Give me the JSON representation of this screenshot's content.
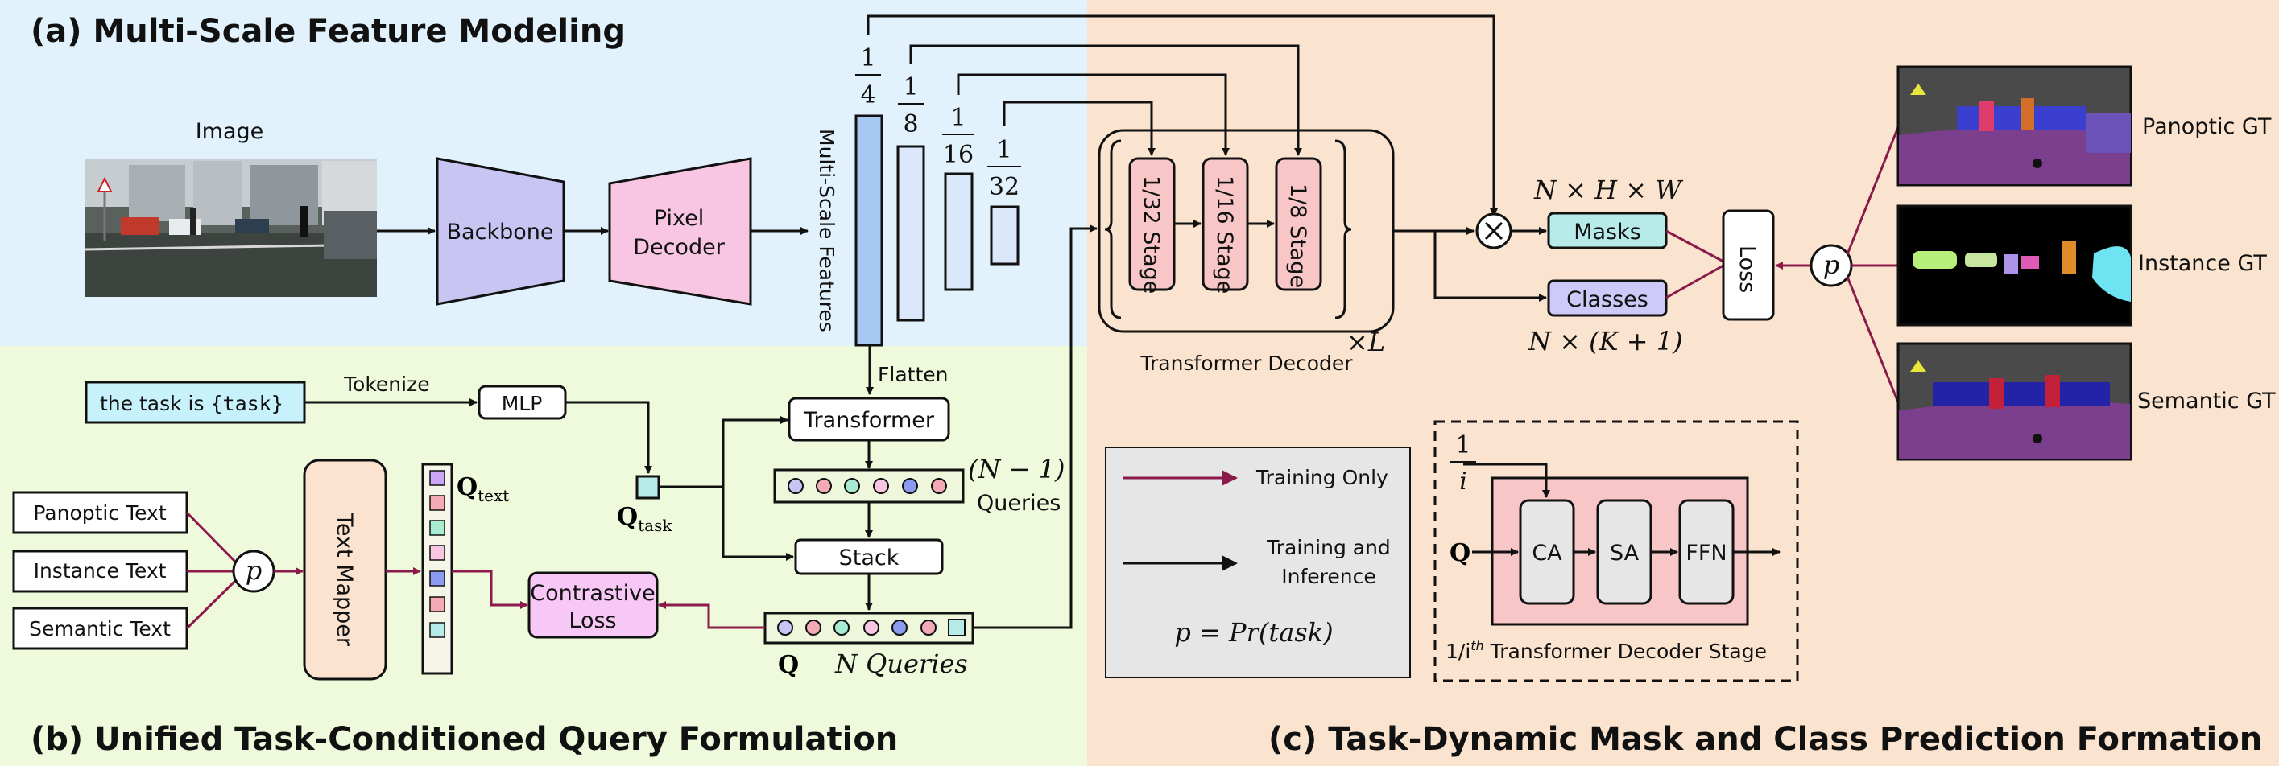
{
  "sections": {
    "a_title": "(a) Multi-Scale Feature Modeling",
    "b_title": "(b) Unified Task-Conditioned Query Formulation",
    "c_title": "(c) Task-Dynamic Mask and Class Prediction Formation"
  },
  "colors": {
    "bg_a": "#e2f2fc",
    "bg_b": "#eefadb",
    "bg_c": "#fbe4cf",
    "backbone": "#c9c5f2",
    "pixel_decoder": "#f8c6e2",
    "feature_blue": "#a6c8f3",
    "feature_light": "#dbe7fb",
    "stage_pink": "#f8c6c6",
    "masks_teal": "#b7ebea",
    "classes_lavender": "#cdc9f8",
    "text_query_cyan": "#c8f2fb",
    "text_mapper": "#fbe3cf",
    "contrastive": "#f7c8f5",
    "training_only": "#8b1a4b",
    "panoptic_red": "#8b1a4b",
    "instance_magenta": "#c21bc2",
    "semantic_red": "#b22222"
  },
  "part_a": {
    "image_label": "Image",
    "backbone": "Backbone",
    "pixel_decoder_line1": "Pixel",
    "pixel_decoder_line2": "Decoder",
    "multi_scale_features": "Multi-Scale Features",
    "scales": [
      "1/4",
      "1/8",
      "1/16",
      "1/32"
    ],
    "scale_numerators": [
      "1",
      "1",
      "1",
      "1"
    ],
    "scale_denominators": [
      "4",
      "8",
      "16",
      "32"
    ]
  },
  "part_b": {
    "flatten": "Flatten",
    "task_text_prefix": "the task is ",
    "task_text_var": "{task}",
    "tokenize": "Tokenize",
    "mlp": "MLP",
    "q_task": "Q",
    "q_task_sub": "task",
    "transformer": "Transformer",
    "n_minus_1": "(N − 1)",
    "queries": "Queries",
    "stack": "Stack",
    "q_final": "Q",
    "n_queries": "N Queries",
    "panoptic_text": "Panoptic Text",
    "instance_text": "Instance Text",
    "semantic_text": "Semantic Text",
    "p": "p",
    "text_mapper": "Text Mapper",
    "q_text": "Q",
    "q_text_sub": "text",
    "contrastive_line1": "Contrastive",
    "contrastive_line2": "Loss"
  },
  "part_c": {
    "stages": [
      "1/32 Stage",
      "1/16 Stage",
      "1/8 Stage"
    ],
    "times_l": "×L",
    "transformer_decoder": "Transformer Decoder",
    "masks": "Masks",
    "classes": "Classes",
    "masks_dim": "N × H × W",
    "classes_dim": "N × (K + 1)",
    "loss": "Loss",
    "p": "p",
    "panoptic_gt": "Panoptic GT",
    "instance_gt": "Instance GT",
    "semantic_gt": "Semantic GT",
    "legend_training_only": "Training Only",
    "legend_training_inference_1": "Training and",
    "legend_training_inference_2": "Inference",
    "legend_p_formula": "p = Pr(task)",
    "stage_frac_num": "1",
    "stage_frac_den": "i",
    "stage_q": "Q",
    "stage_ca": "CA",
    "stage_sa": "SA",
    "stage_ffn": "FFN",
    "stage_caption_1": "1/i",
    "stage_caption_sup": "th",
    "stage_caption_2": " Transformer Decoder Stage"
  }
}
